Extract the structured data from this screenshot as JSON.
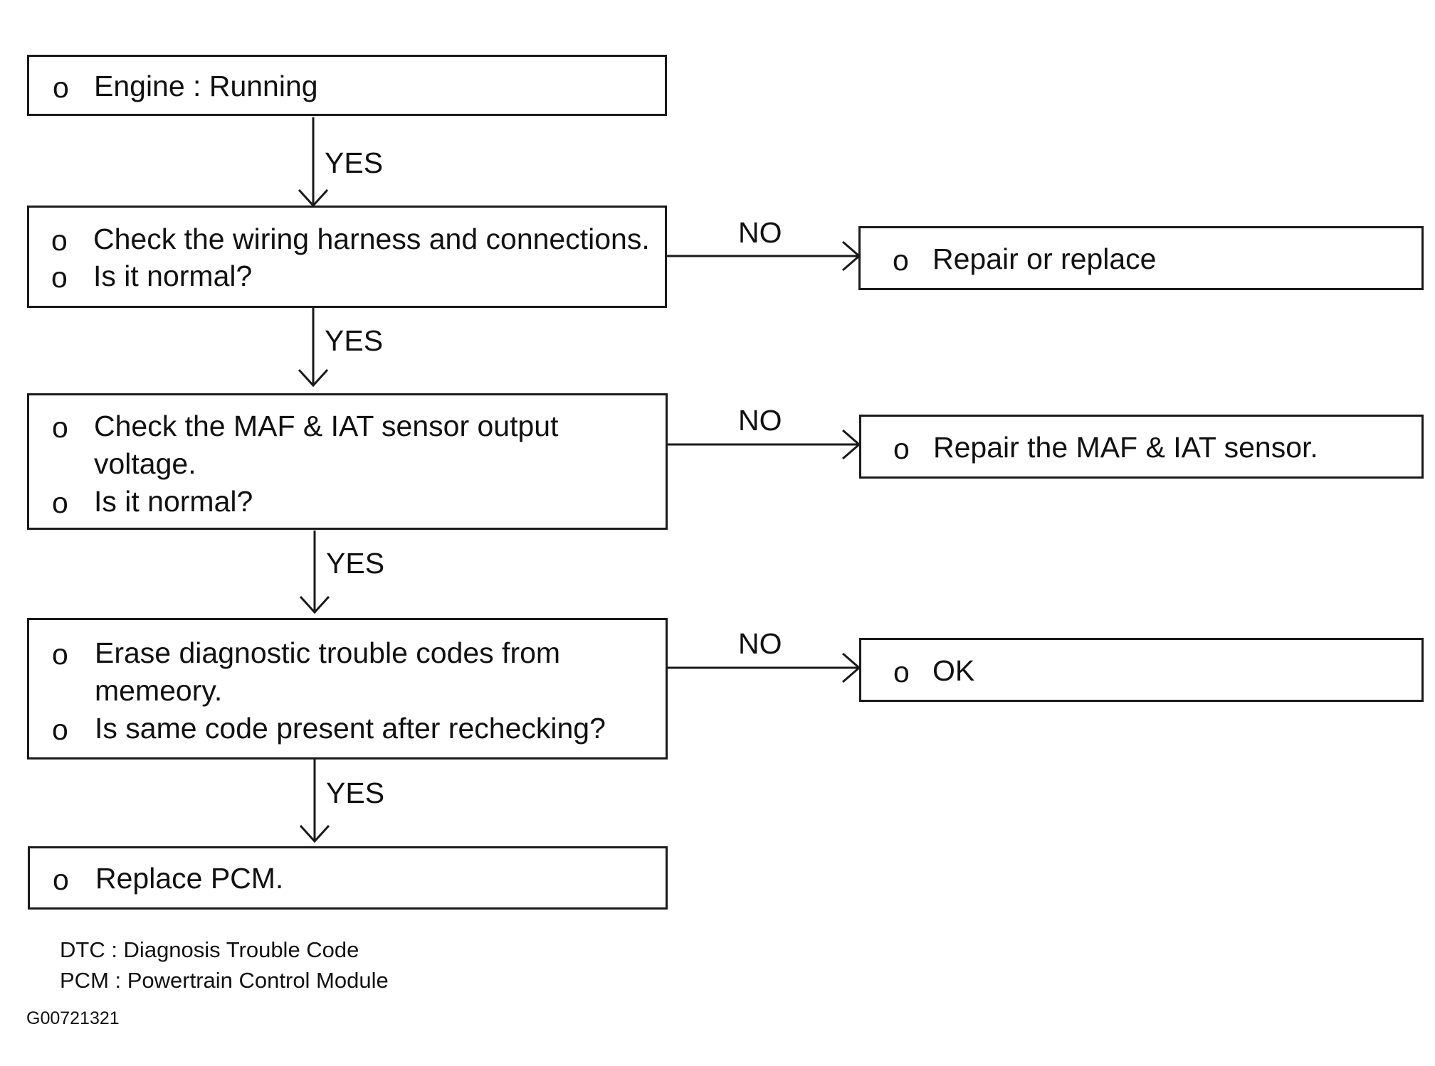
{
  "bullet_glyph": "o",
  "nodes": {
    "engine": {
      "lines": [
        "Engine : Running"
      ]
    },
    "check_wiring": {
      "lines": [
        "Check the wiring harness and connections.",
        "Is it normal?"
      ]
    },
    "repair_replace": {
      "lines": [
        "Repair or replace"
      ]
    },
    "check_sensor": {
      "lines": [
        "Check the MAF & IAT sensor output",
        "voltage.",
        "Is it normal?"
      ]
    },
    "repair_sensor": {
      "lines": [
        "Repair the MAF & IAT sensor."
      ]
    },
    "erase_codes": {
      "lines": [
        "Erase diagnostic trouble codes from",
        "memeory.",
        "Is same code present after rechecking?"
      ]
    },
    "ok": {
      "lines": [
        "OK"
      ]
    },
    "replace_pcm": {
      "lines": [
        "Replace PCM."
      ]
    }
  },
  "edges": [
    {
      "from": "engine",
      "to": "check_wiring",
      "label": "YES"
    },
    {
      "from": "check_wiring",
      "to": "check_sensor",
      "label": "YES"
    },
    {
      "from": "check_wiring",
      "to": "repair_replace",
      "label": "NO"
    },
    {
      "from": "check_sensor",
      "to": "erase_codes",
      "label": "YES"
    },
    {
      "from": "check_sensor",
      "to": "repair_sensor",
      "label": "NO"
    },
    {
      "from": "erase_codes",
      "to": "replace_pcm",
      "label": "YES"
    },
    {
      "from": "erase_codes",
      "to": "ok",
      "label": "NO"
    }
  ],
  "legend": [
    "DTC : Diagnosis Trouble Code",
    "PCM : Powertrain Control Module"
  ],
  "figure_id": "G00721321",
  "colors": {
    "line": "#1a1a1a",
    "text": "#111111",
    "background": "#ffffff"
  }
}
